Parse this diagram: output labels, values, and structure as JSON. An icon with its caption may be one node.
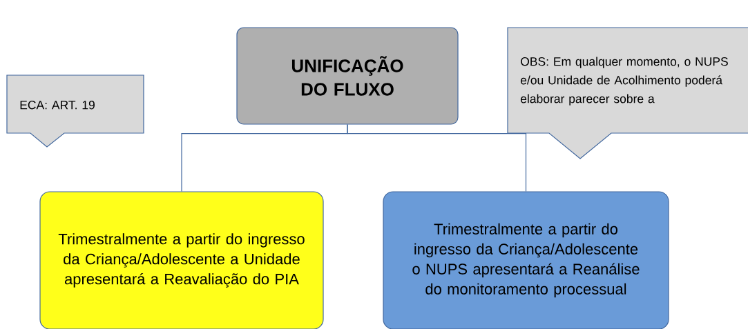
{
  "diagram": {
    "nodes": [
      {
        "text": [
          "UNIFICAÇÃO DO FLUXO"
        ]
      },
      {
        "text": [
          "ECA: ART. 19"
        ]
      },
      {
        "text": [
          "OBS: Em qualquer momento, o NUPS e/ou Unidade de Acolhimento poderá elaborar parecer sobre a"
        ]
      },
      {
        "text": [
          "Trimestralmente a partir do ingresso da Criança/Adolescente a Unidade apresentará a Reavaliação do PIA"
        ]
      },
      {
        "text": [
          "Trimestralmente a partir do ingresso da Criança/Adolescente o NUPS apresentará a Reanálise do monitoramento processual"
        ]
      }
    ],
    "edges": [
      {
        "from": 0,
        "to": 3,
        "arrow": "none"
      },
      {
        "from": 0,
        "to": 4,
        "arrow": "none"
      }
    ]
  }
}
